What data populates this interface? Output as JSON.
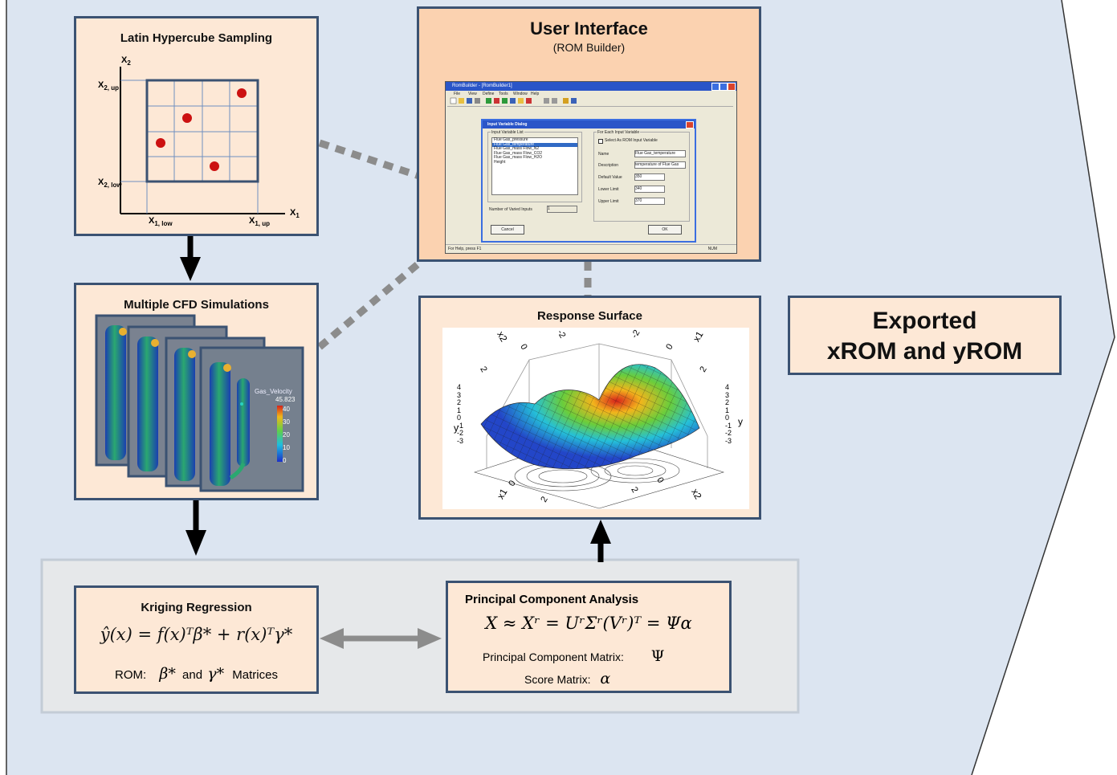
{
  "colors": {
    "panel_bg": "#dce5f1",
    "panel_edge": "#333333",
    "box_fill": "#fde8d6",
    "box_border": "#3b5272",
    "ui_box_fill": "#fbd2b0",
    "analysis_band": "#e6e8ea",
    "connector_gray": "#8c8c8c",
    "arrow_black": "#000000",
    "dot_red": "#cc1111"
  },
  "lhs": {
    "title": "Latin Hypercube Sampling",
    "x2": "X",
    "x2_sub": "2",
    "x2_up": "X",
    "x2_up_sub": "2, up",
    "x2_low": "X",
    "x2_low_sub": "2, low",
    "x1": "X",
    "x1_sub": "1",
    "x1_low": "X",
    "x1_low_sub": "1, low",
    "x1_up": "X",
    "x1_up_sub": "1, up"
  },
  "ui": {
    "title": "User Interface",
    "subtitle": "(ROM Builder)",
    "app_title": "RomBuilder - [RomBuilder1]",
    "menu": [
      "File",
      "View",
      "Define",
      "Tools",
      "Window",
      "Help"
    ],
    "dialog_title": "Input Variable Dialog",
    "list_label": "Input Variable List",
    "list_items": [
      "Flue Gas_pressure",
      "Flue Gas_temperature",
      "Flue Gas_mass Flow_N2",
      "Flue Gas_mass Flow_CO2",
      "Flue Gas_mass Flow_H2O",
      "Height"
    ],
    "selected_index": 1,
    "group_label": "For Each Input Variable",
    "checkbox_label": "Select As ROM Input Variable",
    "name_label": "Name",
    "name_value": "Flue Gas_temperature",
    "desc_label": "Description",
    "desc_value": "temperature of Flue Gas",
    "default_label": "Default Value",
    "default_value": "350",
    "lower_label": "Lower Limit",
    "lower_value": "340",
    "upper_label": "Upper Limit",
    "upper_value": "370",
    "num_label": "Number of Varied Inputs",
    "num_value": "1",
    "cancel": "Cancel",
    "ok": "OK",
    "status": "For Help, press F1",
    "status_right": "NUM"
  },
  "cfd": {
    "title": "Multiple CFD Simulations",
    "legend_title": "Gas_Velocity",
    "legend_ticks": [
      "45.823",
      "40",
      "30",
      "20",
      "10",
      "0"
    ]
  },
  "rs": {
    "title": "Response Surface",
    "axis_x1": "x1",
    "axis_x2": "x2",
    "axis_y": "y",
    "z_ticks": [
      "4",
      "3",
      "2",
      "1",
      "0",
      "-1",
      "-2",
      "-3"
    ],
    "edge_ticks": [
      "2",
      "0",
      "-2"
    ]
  },
  "exported": {
    "line1": "Exported",
    "line2": "xROM and yROM"
  },
  "kriging": {
    "title": "Kriging Regression",
    "formula": "ŷ(x) = f(x)ᵀβ* + r(x)ᵀγ*",
    "rom_label": "ROM:",
    "beta": "β*",
    "and": "and",
    "gamma": "γ*",
    "matrices": "Matrices"
  },
  "pca": {
    "title": "Principal Component Analysis",
    "formula": "X ≈ Xʳ = UʳΣʳ(Vʳ)ᵀ = Ψα",
    "pcm_label": "Principal Component Matrix:",
    "pcm_symbol": "Ψ",
    "score_label": "Score Matrix:",
    "score_symbol": "α"
  }
}
